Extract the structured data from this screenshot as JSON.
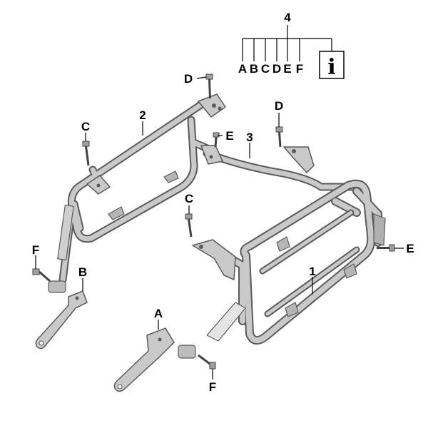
{
  "group": {
    "number": "4",
    "letters": [
      "A",
      "B",
      "C",
      "D",
      "E",
      "F"
    ],
    "info_symbol": "i"
  },
  "parts": {
    "part_1": "1",
    "part_2": "2",
    "part_3": "3"
  },
  "callouts": {
    "d_top": "D",
    "d_right": "D",
    "c_left": "C",
    "c_mid": "C",
    "e_top": "E",
    "e_right": "E",
    "f_left": "F",
    "f_bottom": "F",
    "a_bracket": "A",
    "b_bracket": "B"
  },
  "colors": {
    "tube_fill": "#c9c9c9",
    "tube_outline": "#5a5a5a",
    "ink": "#000000"
  }
}
